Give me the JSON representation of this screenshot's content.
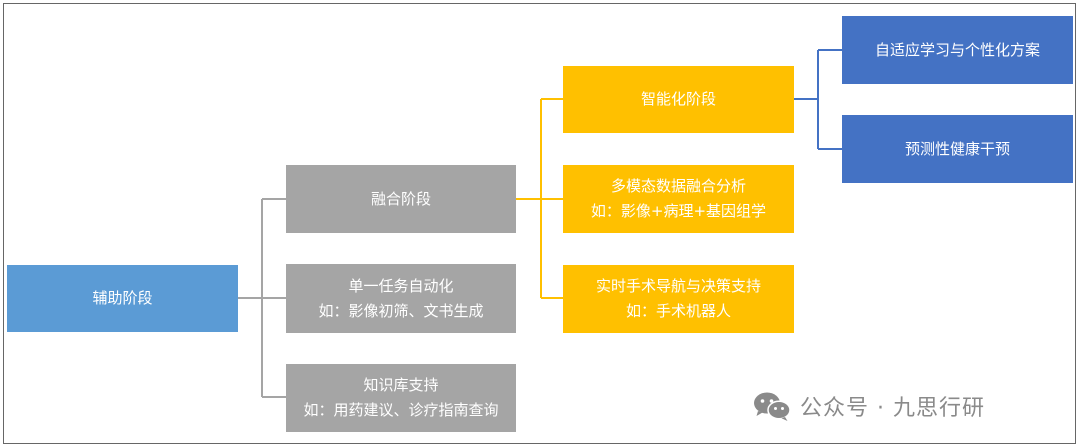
{
  "root": {
    "label": "辅助阶段"
  },
  "stage2": [
    {
      "line1": "融合阶段",
      "line2": ""
    },
    {
      "line1": "单一任务自动化",
      "line2": "如：影像初筛、文书生成"
    },
    {
      "line1": "知识库支持",
      "line2": "如：用药建议、诊疗指南查询"
    }
  ],
  "stage3": [
    {
      "line1": "智能化阶段",
      "line2": ""
    },
    {
      "line1": "多模态数据融合分析",
      "line2": "如：影像+病理+基因组学"
    },
    {
      "line1": "实时手术导航与决策支持",
      "line2": "如：手术机器人"
    }
  ],
  "stage4": [
    {
      "line1": "自适应学习与个性化方案"
    },
    {
      "line1": "预测性健康干预"
    }
  ],
  "watermark": {
    "text": "公众号 · 九思行研",
    "icon": "wechat-icon"
  },
  "colors": {
    "root": "#5b9bd5",
    "gray": "#a5a5a5",
    "gold": "#ffc000",
    "navy": "#4472c4",
    "gray_line": "#a5a5a5",
    "gold_line": "#ffc000",
    "navy_line": "#4472c4"
  }
}
